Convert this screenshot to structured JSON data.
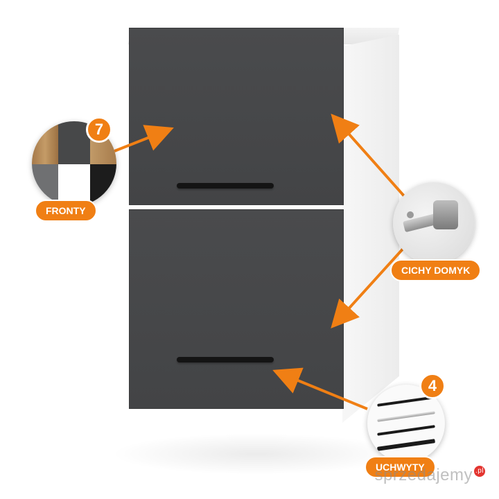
{
  "callouts": {
    "fronty": {
      "count": "7",
      "label": "FRONTY"
    },
    "hinge": {
      "label": "CICHY DOMYK"
    },
    "handles": {
      "count": "4",
      "label": "UCHWYTY"
    }
  },
  "watermark": {
    "text": "sprzedajemy",
    "suffix": ".pl"
  },
  "colors": {
    "accent": "#f07f14",
    "front": "#47484a",
    "carcass": "#f2f2f2",
    "handle": "#141414"
  },
  "swatches": [
    "wood",
    "anthracite",
    "wood",
    "grey",
    "white",
    "black"
  ],
  "handle_variants": [
    "black-bar",
    "silver-bar",
    "black-bar",
    "black-bar-wide"
  ]
}
